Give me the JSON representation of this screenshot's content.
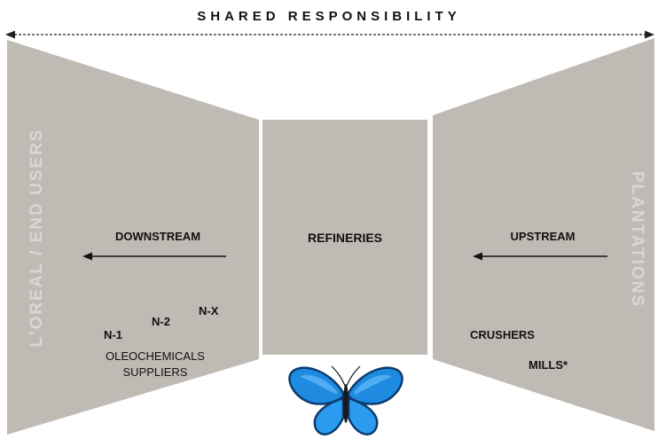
{
  "title": "SHARED RESPONSIBILITY",
  "left_panel": {
    "vertical_label": "L'OREAL / END USERS",
    "flow_label": "DOWNSTREAM",
    "tiers": [
      "N-1",
      "N-2",
      "N-X"
    ],
    "suppliers_line1": "OLEOCHEMICALS",
    "suppliers_line2": "SUPPLIERS"
  },
  "center_panel": {
    "label": "REFINERIES"
  },
  "right_panel": {
    "vertical_label": "PLANTATIONS",
    "flow_label": "UPSTREAM",
    "crushers": "CRUSHERS",
    "mills": "MILLS*"
  },
  "colors": {
    "panel": "#bfbab4",
    "text": "#111111",
    "butterfly_blue": "#1e8be0",
    "butterfly_dark": "#0d3b6e"
  },
  "icons": {
    "butterfly": "butterfly-icon"
  }
}
